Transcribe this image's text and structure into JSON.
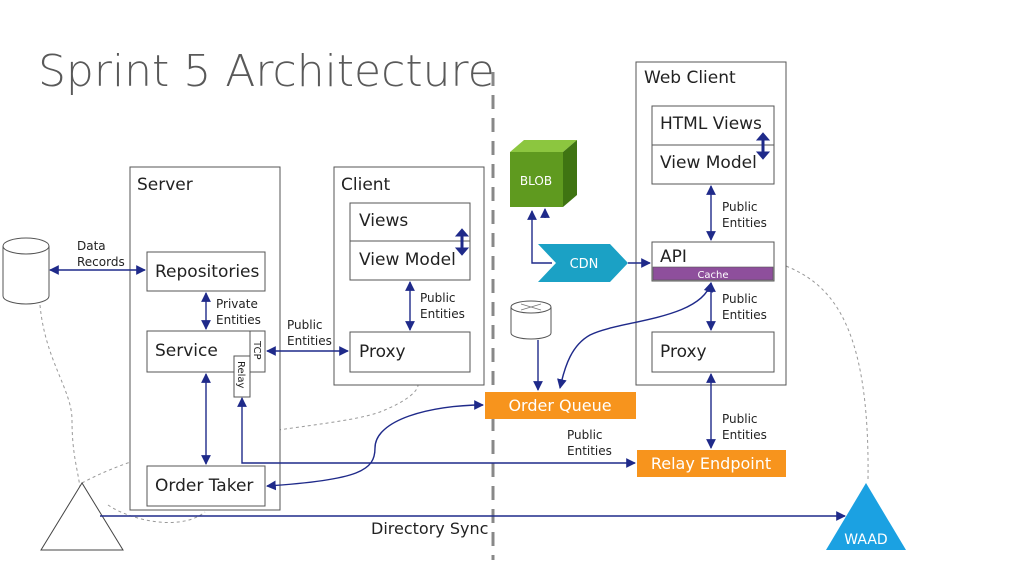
{
  "title": "Sprint 5 Architecture",
  "colors": {
    "arrow": "#1f2a8a",
    "orange": "#f7941d",
    "cache": "#8e4f9c",
    "blob_front": "#5f9a1f",
    "blob_top": "#8cc63f",
    "blob_side": "#3f7412",
    "cdn": "#1ba1c5",
    "waad": "#1ba1e2",
    "dashed_gray": "#999999",
    "divider": "#888888"
  },
  "server": {
    "title": "Server",
    "repositories": "Repositories",
    "service": "Service",
    "tcp": "TCP",
    "relay": "Relay",
    "order_taker": "Order Taker"
  },
  "client": {
    "title": "Client",
    "views": "Views",
    "view_model": "View Model",
    "proxy": "Proxy"
  },
  "web_client": {
    "title": "Web Client",
    "html_views": "HTML Views",
    "view_model": "View Model",
    "api": "API",
    "cache": "Cache",
    "proxy": "Proxy"
  },
  "blob": "BLOB",
  "cdn": "CDN",
  "order_queue": "Order Queue",
  "relay_endpoint": "Relay Endpoint",
  "waad": "WAAD",
  "directory_sync": "Directory Sync",
  "labels": {
    "data_records_1": "Data",
    "data_records_2": "Records",
    "private_entities_1": "Private",
    "private_entities_2": "Entities",
    "public_entities_1": "Public",
    "public_entities_2": "Entities"
  }
}
